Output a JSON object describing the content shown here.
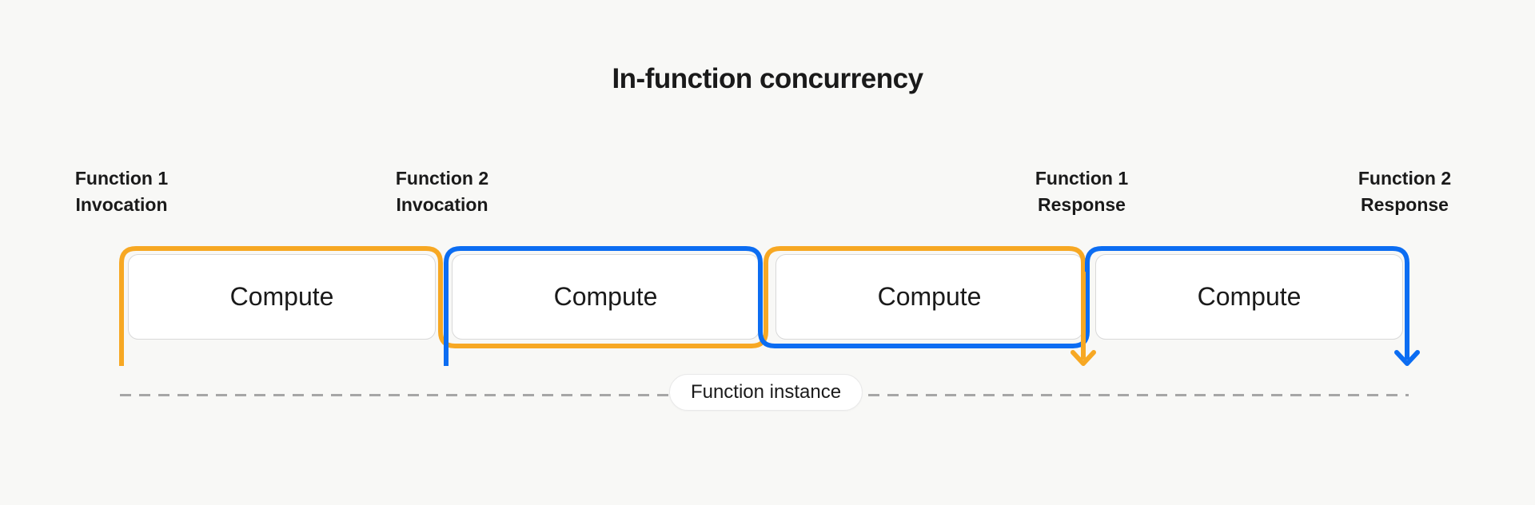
{
  "title": "In-function concurrency",
  "colors": {
    "background": "#f8f8f6",
    "text": "#1a1a1a",
    "function1": "#f7a823",
    "function2": "#0c6df2",
    "box_border": "#d9d9d9",
    "dash": "#a6a6a6",
    "pill_border": "#e9e9e9"
  },
  "markers": [
    {
      "line1": "Function 1",
      "line2": "Invocation",
      "function": "function-1",
      "kind": "invocation"
    },
    {
      "line1": "Function 2",
      "line2": "Invocation",
      "function": "function-2",
      "kind": "invocation"
    },
    {
      "line1": "Function 1",
      "line2": "Response",
      "function": "function-1",
      "kind": "response"
    },
    {
      "line1": "Function 2",
      "line2": "Response",
      "function": "function-2",
      "kind": "response"
    }
  ],
  "boxes": [
    {
      "label": "Compute"
    },
    {
      "label": "Compute"
    },
    {
      "label": "Compute"
    },
    {
      "label": "Compute"
    }
  ],
  "timeline": {
    "instance_label": "Function instance"
  }
}
